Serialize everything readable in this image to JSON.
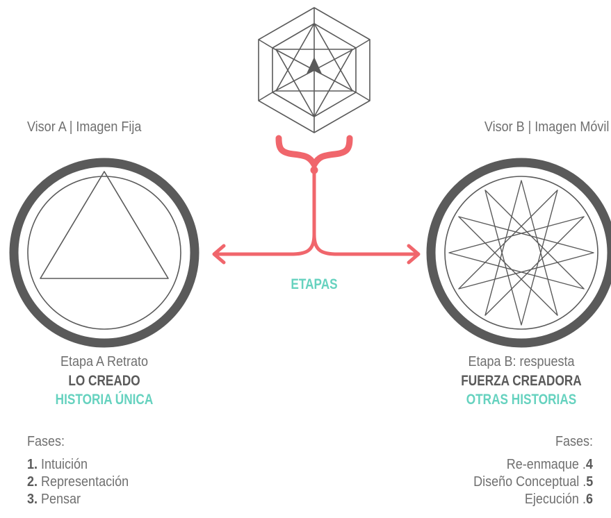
{
  "visor_a": {
    "title": "Visor A | Imagen Fija",
    "stage": "Etapa A Retrato",
    "bold_label": "LO CREADO",
    "teal_label": "HISTORIA ÚNICA",
    "phases_title": "Fases:",
    "phases": [
      {
        "num": "1.",
        "label": " Intuición"
      },
      {
        "num": "2.",
        "label": " Representación"
      },
      {
        "num": "3.",
        "label": " Pensar"
      }
    ]
  },
  "visor_b": {
    "title": "Visor B | Imagen Móvil",
    "stage": "Etapa B: respuesta",
    "bold_label": "FUERZA CREADORA",
    "teal_label": "OTRAS HISTORIAS",
    "phases_title": "Fases:",
    "phases": [
      {
        "label": "Re-enmaque .",
        "num": "4"
      },
      {
        "label": "Diseño Conceptual .",
        "num": "5"
      },
      {
        "label": "Ejecución .",
        "num": "6"
      }
    ]
  },
  "center": {
    "label": "ETAPAS"
  },
  "colors": {
    "accent_red": "#f0666c",
    "teal": "#66d2bf",
    "dark_gray": "#5a5a5a",
    "text_gray": "#6f6f6f"
  }
}
